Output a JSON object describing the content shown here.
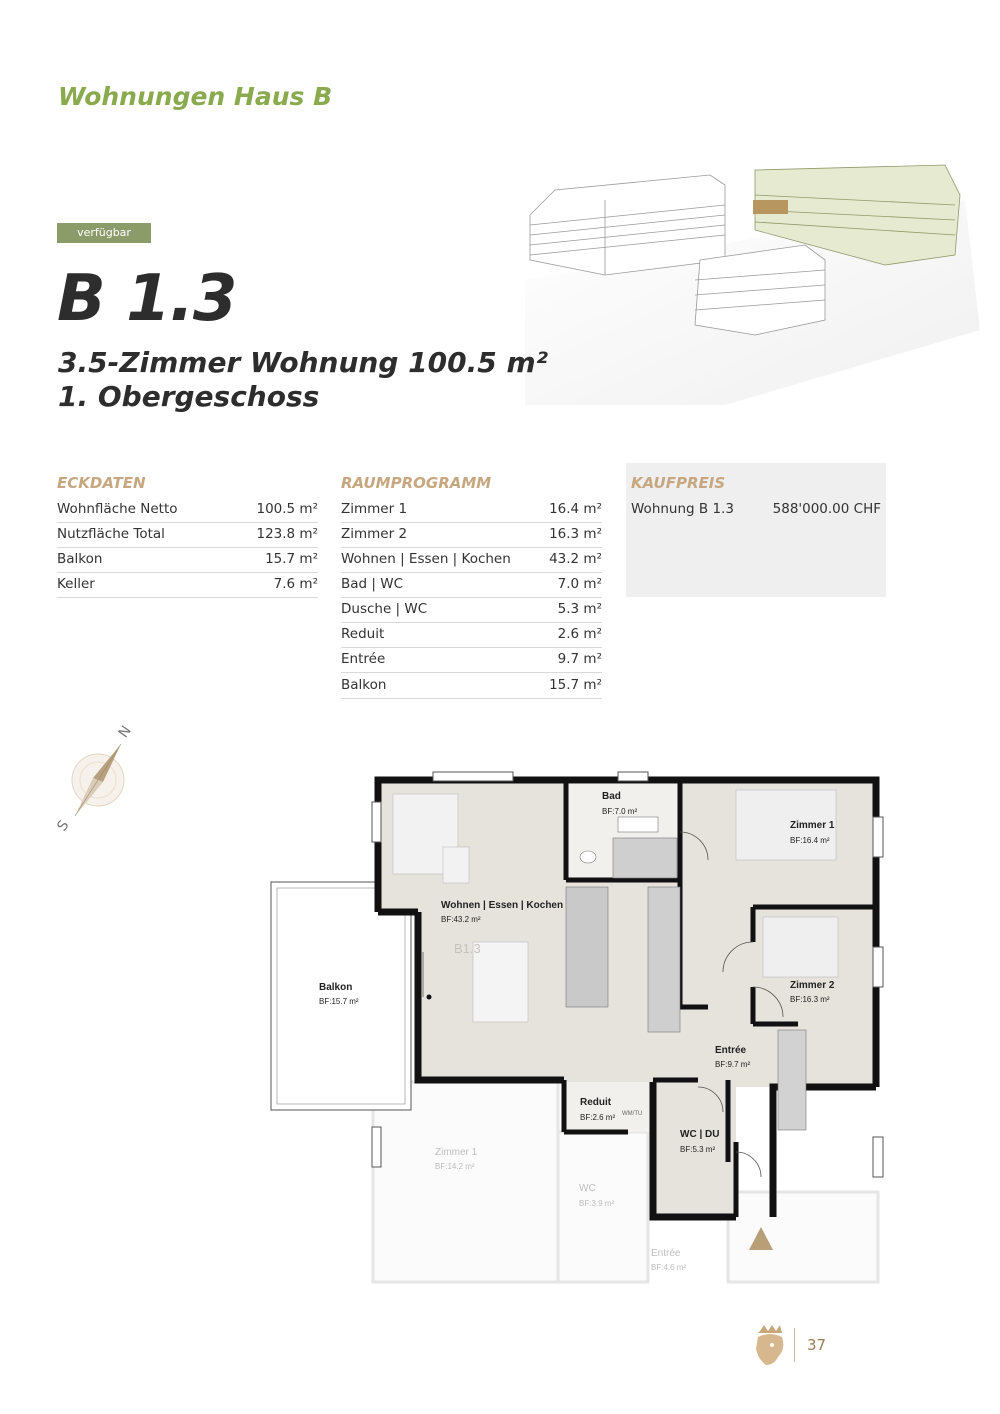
{
  "header": {
    "title": "Wohnungen Haus B"
  },
  "status": {
    "label": "verfügbar"
  },
  "unit": {
    "id": "B 1.3",
    "type_line": "3.5-Zimmer Wohnung 100.5 m²",
    "floor_line": "1. Obergeschoss"
  },
  "eckdaten": {
    "heading": "ECKDATEN",
    "rows": [
      {
        "label": "Wohnfläche Netto",
        "value": "100.5 m²"
      },
      {
        "label": "Nutzfläche Total",
        "value": "123.8 m²"
      },
      {
        "label": "Balkon",
        "value": "15.7 m²"
      },
      {
        "label": "Keller",
        "value": "7.6 m²"
      }
    ]
  },
  "raumprogramm": {
    "heading": "RAUMPROGRAMM",
    "rows": [
      {
        "label": "Zimmer 1",
        "value": "16.4 m²"
      },
      {
        "label": "Zimmer 2",
        "value": "16.3 m²"
      },
      {
        "label": "Wohnen | Essen | Kochen",
        "value": "43.2 m²"
      },
      {
        "label": "Bad | WC",
        "value": "7.0 m²"
      },
      {
        "label": "Dusche | WC",
        "value": "5.3 m²"
      },
      {
        "label": "Reduit",
        "value": "2.6 m²"
      },
      {
        "label": "Entrée",
        "value": "9.7 m²"
      },
      {
        "label": "Balkon",
        "value": "15.7 m²"
      }
    ]
  },
  "kaufpreis": {
    "heading": "KAUFPREIS",
    "rows": [
      {
        "label": "Wohnung B 1.3",
        "value": "588'000.00 CHF"
      }
    ]
  },
  "compass": {
    "north": "N",
    "south": "S"
  },
  "floorplan": {
    "unit_marker": "B1.3",
    "rooms": {
      "bad": {
        "name": "Bad",
        "area": "BF:7.0 m²"
      },
      "zimmer1": {
        "name": "Zimmer 1",
        "area": "BF:16.4 m²"
      },
      "wohnen": {
        "name": "Wohnen | Essen | Kochen",
        "area": "BF:43.2 m²"
      },
      "zimmer2": {
        "name": "Zimmer 2",
        "area": "BF:16.3 m²"
      },
      "balkon": {
        "name": "Balkon",
        "area": "BF:15.7 m²"
      },
      "entree": {
        "name": "Entrée",
        "area": "BF:9.7 m²"
      },
      "reduit": {
        "name": "Reduit",
        "area": "BF:2.6 m²"
      },
      "wcdu": {
        "name": "WC | DU",
        "area": "BF:5.3 m²"
      },
      "wm": {
        "name": "WM/TU"
      },
      "nb_zimmer1": {
        "name": "Zimmer 1",
        "area": "BF:14.2 m²"
      },
      "nb_wc": {
        "name": "WC",
        "area": "BF:3.9 m²"
      },
      "nb_entree": {
        "name": "Entrée",
        "area": "BF:4.6 m²"
      }
    }
  },
  "page": {
    "number": "37"
  }
}
